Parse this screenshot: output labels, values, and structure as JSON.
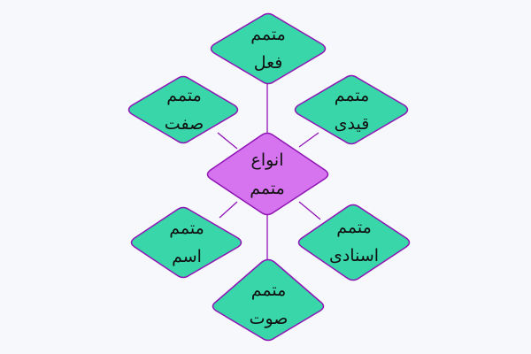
{
  "diagram": {
    "colors": {
      "background": "#f7f8fb",
      "center_fill": "#d674ef",
      "child_fill": "#38d6a8",
      "stroke": "#8f15b5",
      "text": "#111111"
    },
    "center": {
      "line1": "انواع",
      "line2": "متمم"
    },
    "children": [
      {
        "id": "verb",
        "line1": "متمم",
        "line2": "فعل",
        "position": "top"
      },
      {
        "id": "adjective",
        "line1": "متمم",
        "line2": "صفت",
        "position": "top-left"
      },
      {
        "id": "adverbial",
        "line1": "متمم",
        "line2": "قیدی",
        "position": "top-right"
      },
      {
        "id": "noun",
        "line1": "متمم",
        "line2": "اسم",
        "position": "bottom-left"
      },
      {
        "id": "predicative",
        "line1": "متمم",
        "line2": "اسنادی",
        "position": "bottom-right"
      },
      {
        "id": "interjection",
        "line1": "متمم",
        "line2": "صوت",
        "position": "bottom"
      }
    ]
  }
}
